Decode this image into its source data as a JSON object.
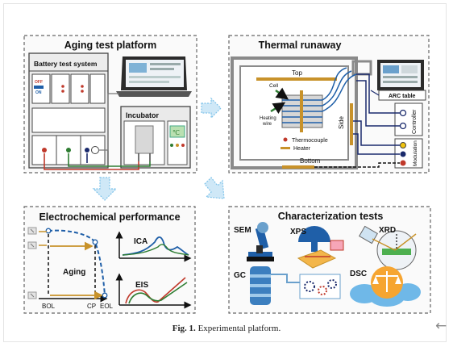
{
  "panels": {
    "aging": {
      "title": "Aging test platform",
      "battery_test_system": "Battery test system",
      "off": "OFF",
      "on": "ON",
      "incubator": "Incubator",
      "incubator_readout": "℃"
    },
    "thermal": {
      "title": "Thermal runaway",
      "top": "Top",
      "bottom": "Bottom",
      "side": "Side",
      "cell": "Cell",
      "heating_wire": [
        "Heating",
        "wire"
      ],
      "thermocouple": "Thermocouple",
      "heater": "Heater",
      "arc_table": "ARC table",
      "controller": "Controller",
      "modulation": "Modulation"
    },
    "electro": {
      "title": "Electrochemical performance",
      "aging": "Aging",
      "bol": "BOL",
      "cp": "CP",
      "eol": "EOL",
      "ica": "ICA",
      "eis": "EIS"
    },
    "characterization": {
      "title": "Characterization tests",
      "sem": "SEM",
      "xps": "XPS",
      "xrd": "XRD",
      "gc": "GC",
      "dsc": "DSC"
    }
  },
  "caption": {
    "label": "Fig. 1.",
    "text": "Experimental platform."
  },
  "colors": {
    "arrow": "#7fc3ea",
    "wire_red": "#c0392b",
    "wire_green": "#2e7d32",
    "wire_navy": "#1a2a6c",
    "heater": "#c8922a",
    "curve": "#1f5fa8"
  },
  "icons": {
    "back": "←"
  }
}
